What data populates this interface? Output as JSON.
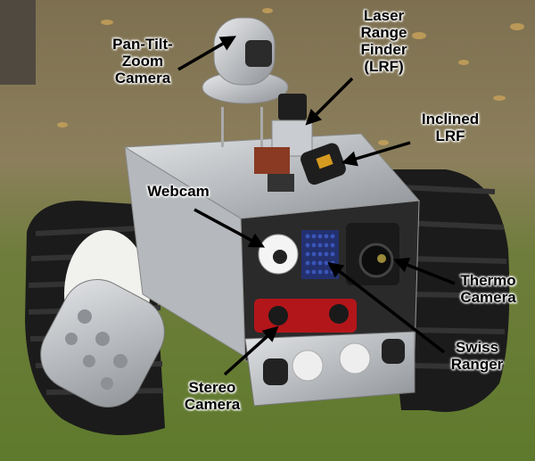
{
  "labels": {
    "ptz": [
      "Pan-Tilt-",
      "Zoom",
      "Camera"
    ],
    "lrf": [
      "Laser",
      "Range",
      "Finder",
      "(LRF)"
    ],
    "inclined_lrf": [
      "Inclined",
      "LRF"
    ],
    "webcam": [
      "Webcam"
    ],
    "thermo": [
      "Thermo",
      "Camera"
    ],
    "swiss": [
      "Swiss",
      "Ranger"
    ],
    "stereo": [
      "Stereo",
      "Camera"
    ]
  },
  "colors": {
    "grass": "#6f8038",
    "dirt": "#8a7a5a",
    "track": "#1b1b1b",
    "chassis": "#c7c9cc",
    "red_camera": "#b3161a",
    "arrow": "#000000"
  }
}
